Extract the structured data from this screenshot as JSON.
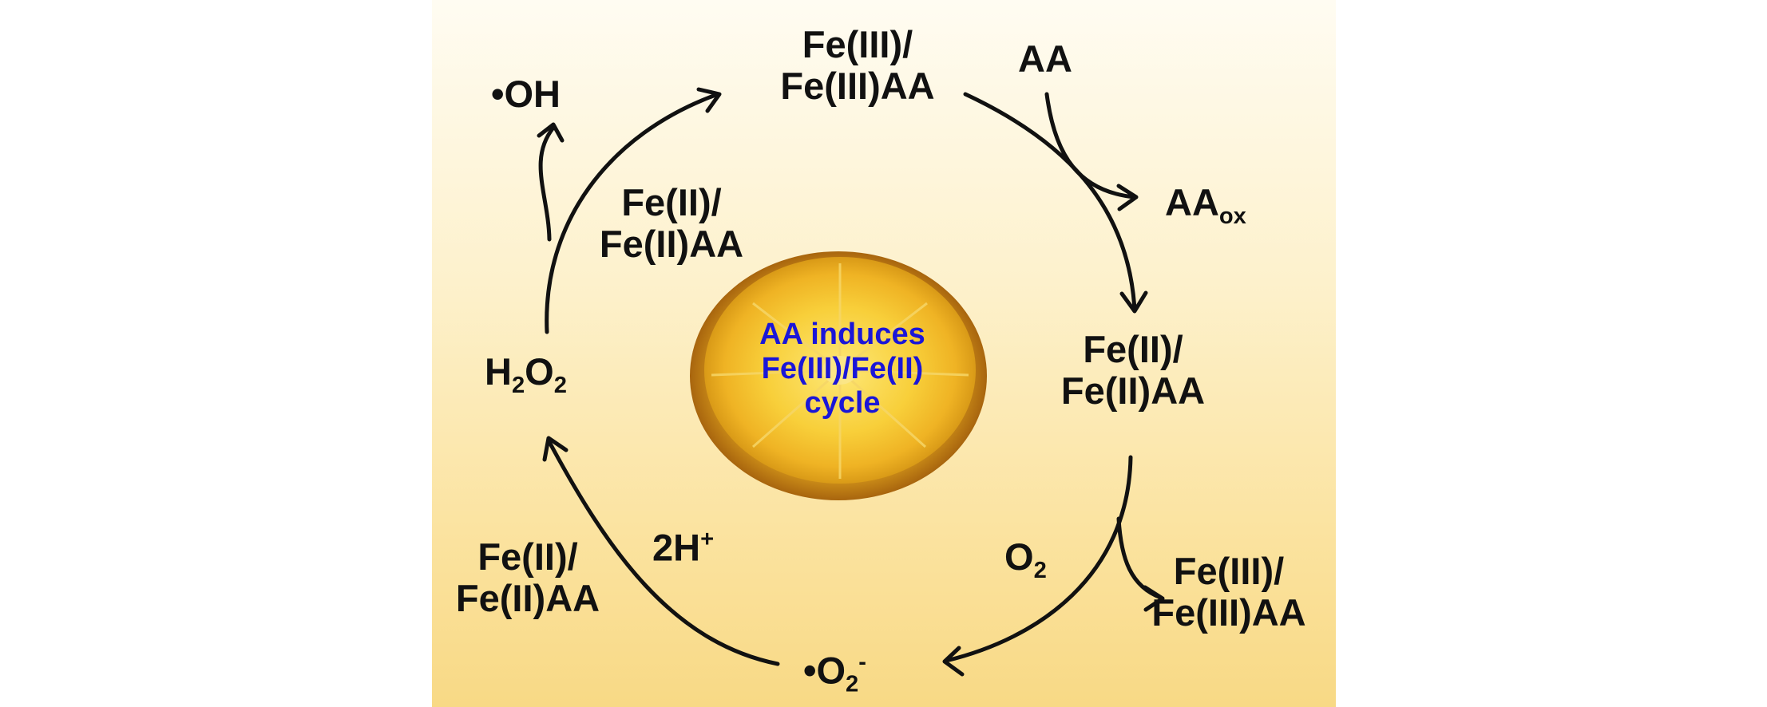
{
  "colors": {
    "arrow": "#111111",
    "label": "#111111",
    "center_text": "#1a16d8",
    "background_top": "#fffcf2",
    "background_bottom": "#f8d985"
  },
  "nodes": {
    "fe3_top": {
      "line1": "Fe(III)/",
      "line2": "Fe(III)AA"
    },
    "fe2_right": {
      "line1": "Fe(II)/",
      "line2": "Fe(II)AA"
    },
    "fe3_bottom_right": {
      "line1": "Fe(III)/",
      "line2": "Fe(III)AA"
    },
    "superoxide": {
      "base": "•O",
      "sub": "2",
      "sup": "-"
    },
    "fe2_bottom_left": {
      "line1": "Fe(II)/",
      "line2": "Fe(II)AA"
    },
    "h2o2": {
      "h": "H",
      "sub1": "2",
      "o": "O",
      "sub2": "2"
    },
    "fe2_upper_left": {
      "line1": "Fe(II)/",
      "line2": "Fe(II)AA"
    },
    "hydroxyl": {
      "text": "•OH"
    }
  },
  "reagents": {
    "aa": "AA",
    "aa_ox": {
      "base": "AA",
      "sub": "ox"
    },
    "o2": {
      "base": "O",
      "sub": "2"
    },
    "protons": {
      "base": "2H",
      "sup": "+"
    }
  },
  "center": {
    "line1": "AA induces",
    "line2": "Fe(III)/Fe(II)",
    "line3": "cycle"
  },
  "icons": [
    "lemon-slice-icon",
    "arrowhead-icon"
  ]
}
